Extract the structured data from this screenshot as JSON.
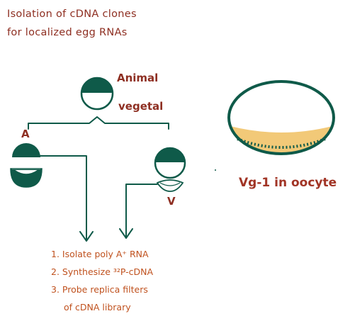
{
  "title": {
    "line1": "Isolation of cDNA clones",
    "line2": "for localized egg RNAs"
  },
  "egg_labels": {
    "animal": "Animal",
    "vegetal": "vegetal"
  },
  "fragment_labels": {
    "animal_half": "A",
    "vegetal_half": "V"
  },
  "oocyte_label": "Vg-1 in oocyte",
  "steps": [
    "1. Isolate poly A⁺ RNA",
    "2. Synthesize ³²P-cDNA",
    "3. Probe replica filters",
    "of cDNA library"
  ],
  "colors": {
    "egg_green": "#0f5a49",
    "handwriting_red": "#8e2f22",
    "steps_orange": "#c0521f",
    "yolk_yellow": "#f2c978",
    "oocyte_border": "#0f5a49"
  }
}
